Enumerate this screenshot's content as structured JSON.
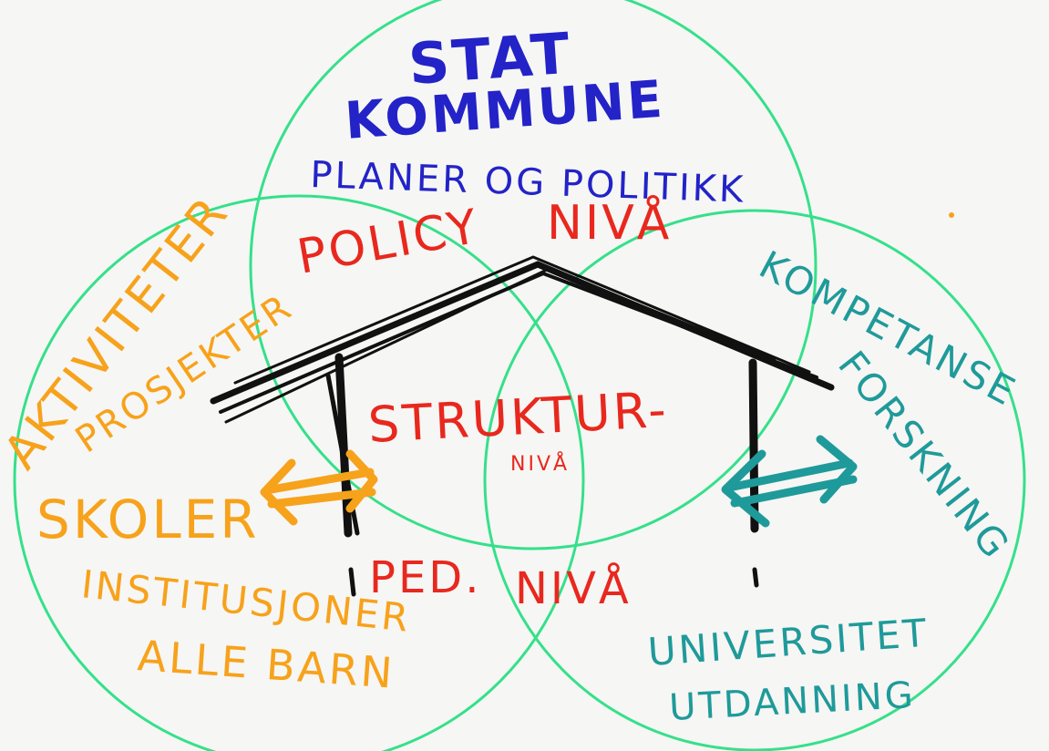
{
  "colors": {
    "circle": "#35e08a",
    "blue": "#2323c8",
    "red": "#e8281e",
    "orange": "#f7a21b",
    "teal": "#1f9a9a",
    "ink": "#111111",
    "background": "#f6f6f4"
  },
  "top_circle": {
    "line1": "STAT",
    "line2": "KOMMUNE",
    "line3": "PLANER OG POLITIKK",
    "level_word1": "POLICY",
    "level_word2": "NIVÅ"
  },
  "left_circle": {
    "line1": "AKTIVITETER",
    "line2": "PROSJEKTER",
    "line3": "SKOLER",
    "line4": "INSTITUSJONER",
    "line5": "ALLE BARN"
  },
  "right_circle": {
    "line1": "KOMPETANSE",
    "line2": "FORSKNING",
    "line3": "UNIVERSITET",
    "line4": "UTDANNING"
  },
  "center": {
    "structure_word": "STRUKTUR-",
    "structure_sub": "NIVÅ",
    "ped_word1": "PED.",
    "ped_word2": "NIVÅ"
  },
  "icons": [
    "house-roof-icon",
    "double-arrow-icon"
  ]
}
